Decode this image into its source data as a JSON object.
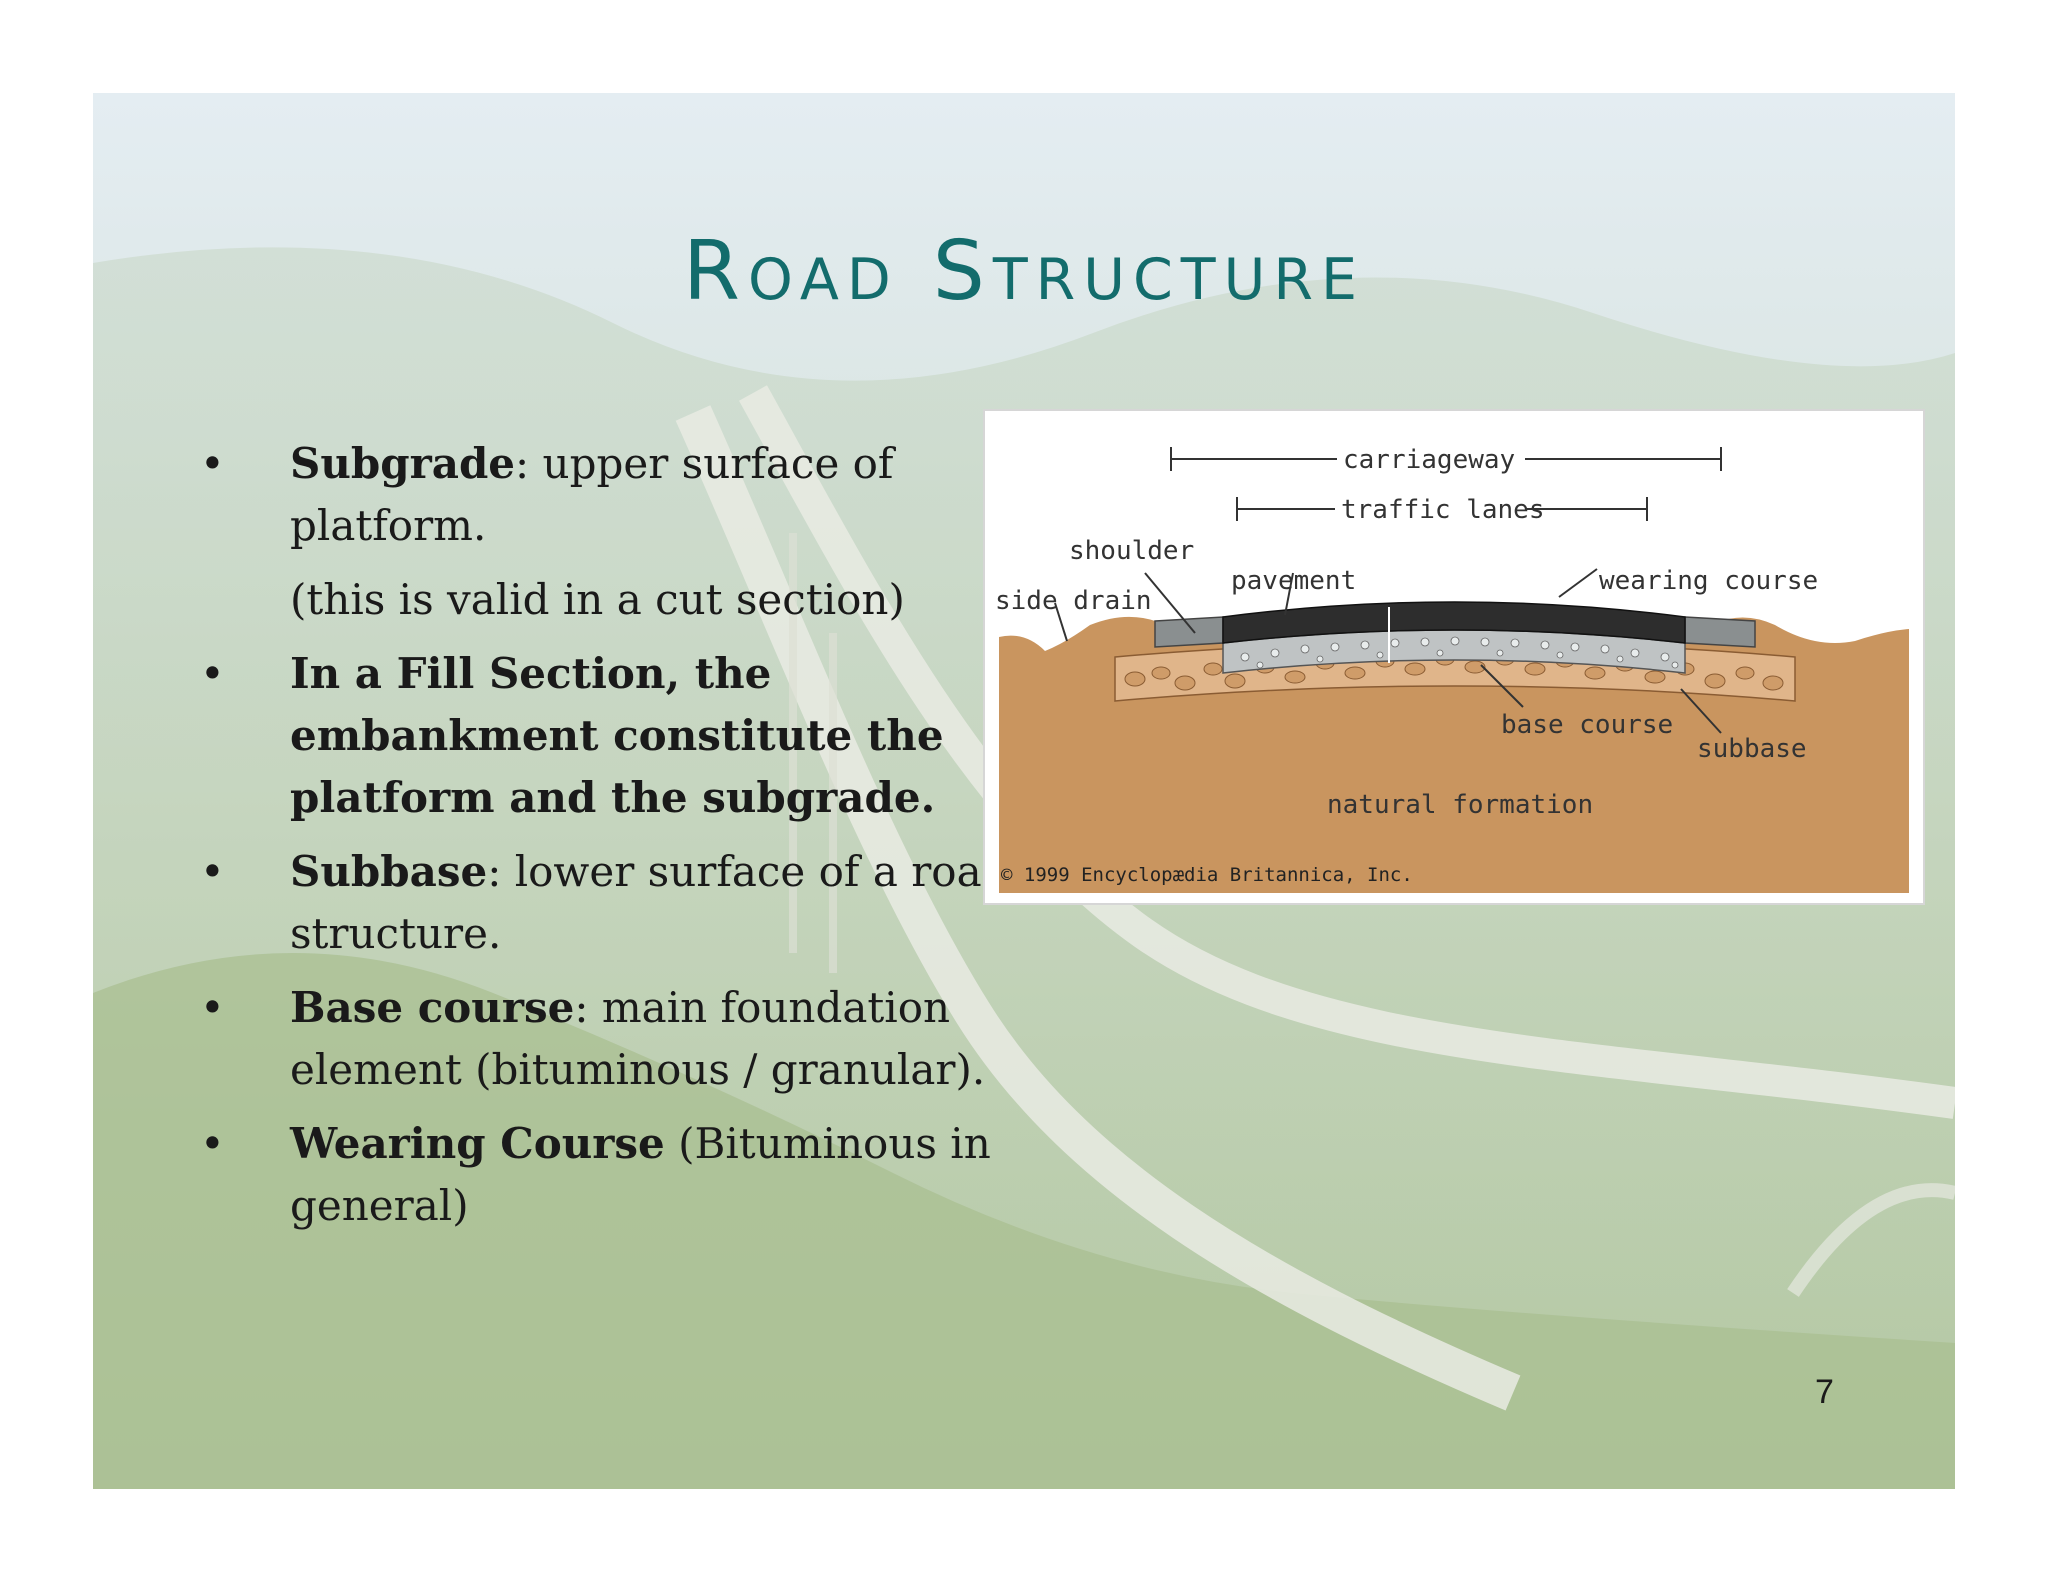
{
  "slide": {
    "title": "Road Structure",
    "page_number": "7",
    "bullets": [
      {
        "term": "Subgrade",
        "text": ": upper surface of platform.",
        "note": "(this is valid in a cut section)"
      },
      {
        "term": "In a Fill Section, the embankment constitute the platform and the subgrade.",
        "text": ""
      },
      {
        "term": "Subbase",
        "text": ": lower surface of a road structure."
      },
      {
        "term": "Base course",
        "text": ": main foundation element (bituminous / granular)."
      },
      {
        "term": "Wearing Course",
        "text": " (Bituminous in general)"
      }
    ],
    "bullet_symbol": "•"
  },
  "diagram": {
    "labels": {
      "carriageway": "carriageway",
      "traffic_lanes": "traffic lanes",
      "shoulder": "shoulder",
      "pavement": "pavement",
      "wearing_course": "wearing course",
      "side_drain": "side drain",
      "base_course": "base course",
      "subbase": "subbase",
      "natural_formation": "natural formation",
      "copyright": "© 1999 Encyclopædia Britannica, Inc."
    },
    "colors": {
      "soil": "#c9955f",
      "asphalt": "#2d2d2d",
      "shoulder": "#8a8f90",
      "base": "#bfc3c4",
      "subbase": "#e0b58a",
      "title": "#136c6c"
    }
  }
}
